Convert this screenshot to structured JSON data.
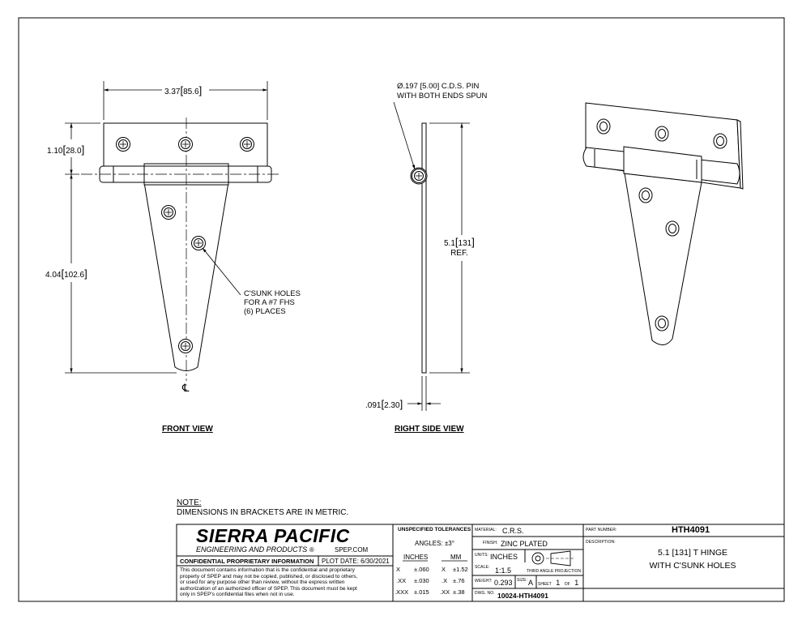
{
  "views": {
    "front": {
      "title": "FRONT VIEW",
      "dim_width_in": "3.37",
      "dim_width_mm": "85.6",
      "dim_leaf_in": "1.10",
      "dim_leaf_mm": "28.0",
      "dim_strap_in": "4.04",
      "dim_strap_mm": "102.6",
      "holes_note": [
        "C'SUNK HOLES",
        "FOR A #7 FHS",
        "(6) PLACES"
      ],
      "centerline_symbol": "℄"
    },
    "side": {
      "title": "RIGHT SIDE VIEW",
      "pin_note": [
        "Ø.197 [5.00] C.D.S. PIN",
        "WITH BOTH ENDS SPUN"
      ],
      "dim_length_in": "5.1",
      "dim_length_mm": "131",
      "dim_length_ref": "REF.",
      "dim_thick_in": ".091",
      "dim_thick_mm": "2.30"
    }
  },
  "note": {
    "heading": "NOTE:",
    "text": "DIMENSIONS IN BRACKETS ARE IN METRIC."
  },
  "title_block": {
    "company": "SIERRA PACIFIC",
    "company_sub": "ENGINEERING AND PRODUCTS",
    "registered": "®",
    "website": "SPEP.COM",
    "confidential_label": "CONFIDENTIAL PROPRIETARY INFORMATION",
    "plot_date": "PLOT DATE:  6/30/2021",
    "confidential_text": [
      "This document contains information that is the confidential and proprietary",
      "property of SPEP and may not be copied, published, or disclosed to others,",
      "or used for any purpose  other than review, without the express written",
      "authorization of an authorized officer of SPEP. This document must be kept",
      "only in SPEP's confidential files when not in use."
    ],
    "tolerances": {
      "heading": "UNSPECIFIED TOLERANCES",
      "angles": "ANGLES: ±3°",
      "inches_head": "INCHES",
      "mm_head": "MM",
      "rows": [
        {
          "in_key": "X",
          "in_val": "±.060",
          "mm_key": "X",
          "mm_val": "±1.52"
        },
        {
          "in_key": ".XX",
          "in_val": "±.030",
          "mm_key": ".X",
          "mm_val": "±.76"
        },
        {
          "in_key": ".XXX",
          "in_val": "±.015",
          "mm_key": ".XX",
          "mm_val": "±.38"
        }
      ]
    },
    "material_label": "MATERIAL:",
    "material": "C.R.S.",
    "finish_label": "FINISH:",
    "finish": "ZINC PLATED",
    "units_label": "UNITS:",
    "units": "INCHES",
    "projection": "THIRD ANGLE PROJECTION",
    "scale_label": "SCALE:",
    "scale": "1:1.5",
    "weight_label": "WEIGHT:",
    "weight": "0.293",
    "size_label": "SIZE:",
    "size": "A",
    "sheet_label": "SHEET",
    "sheet_num": "1",
    "of_label": "OF",
    "sheet_total": "1",
    "dwg_label": "DWG. NO.",
    "dwg_no": "10024-HTH4091",
    "part_label": "PART NUMBER:",
    "part_number": "HTH4091",
    "desc_label": "DESCRIPTION:",
    "description": [
      "5.1 [131] T HINGE",
      "WITH C'SUNK  HOLES"
    ]
  }
}
